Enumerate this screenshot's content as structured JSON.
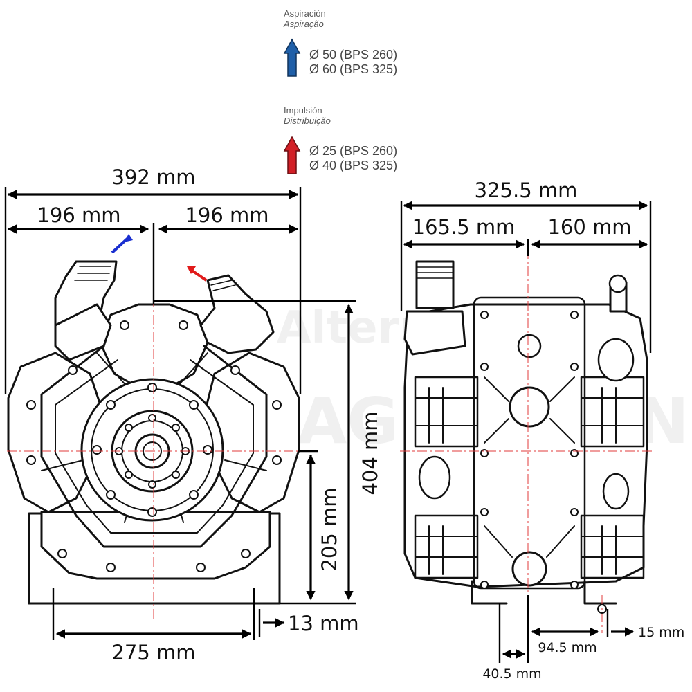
{
  "legend": {
    "suction_title": "Aspiración",
    "suction_subtitle": "Aspiração",
    "suction_line1": "Ø 50 (BPS 260)",
    "suction_line2": "Ø 60 (BPS 325)",
    "discharge_title": "Impulsión",
    "discharge_subtitle": "Distribuição",
    "discharge_line1": "Ø 25 (BPS 260)",
    "discharge_line2": "Ø 40 (BPS 325)",
    "suction_color": "#1f5fa8",
    "discharge_color": "#d21f26"
  },
  "front_view": {
    "total_width": "392 mm",
    "left_half": "196 mm",
    "right_half": "196 mm",
    "total_height": "404 mm",
    "shaft_height": "205 mm",
    "base_width": "275 mm",
    "base_thickness": "13 mm",
    "suction_arrow_color": "#1a2fd0",
    "discharge_arrow_color": "#e11b1b"
  },
  "side_view": {
    "total_width": "325.5 mm",
    "left_part": "165.5 mm",
    "right_part": "160 mm",
    "foot_width": "40.5 mm",
    "hole_distance": "94.5 mm",
    "hole_size": "15 mm"
  },
  "watermark": {
    "line1": "Alterna",
    "line2": "AGROTECNIA"
  }
}
